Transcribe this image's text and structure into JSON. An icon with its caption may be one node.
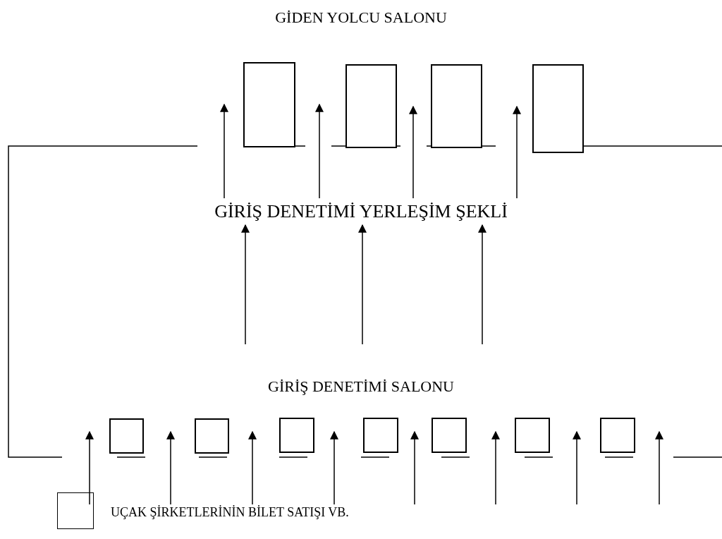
{
  "diagram": {
    "nodes": [
      {
        "text": [],
        "shape": "box"
      },
      {
        "text": [],
        "shape": "box"
      },
      {
        "text": [],
        "shape": "box"
      },
      {
        "text": [],
        "shape": "box"
      },
      {
        "text": [
          "GİRİŞ DENETİMİ YERLEŞİM ŞEKLİ"
        ]
      },
      {
        "text": [],
        "shape": "box"
      },
      {
        "text": [],
        "shape": "box"
      },
      {
        "text": [],
        "shape": "box"
      },
      {
        "text": [],
        "shape": "box"
      },
      {
        "text": [],
        "shape": "box"
      },
      {
        "text": [],
        "shape": "box"
      },
      {
        "text": [],
        "shape": "box"
      }
    ],
    "edges": [
      {
        "from": null,
        "to": 4,
        "arrow": "to"
      },
      {
        "from": null,
        "to": 4,
        "arrow": "to"
      },
      {
        "from": null,
        "to": 4,
        "arrow": "to"
      },
      {
        "from": 4,
        "to": 0,
        "arrow": "to"
      },
      {
        "from": 4,
        "to": null,
        "arrow": "to"
      },
      {
        "from": 4,
        "to": 2,
        "arrow": "to"
      },
      {
        "from": 4,
        "to": 3,
        "arrow": "to"
      }
    ],
    "labels": [
      "GİDEN YOLCU SALONU",
      "GİRİŞ DENETİMİ SALONU"
    ],
    "legend": [
      {
        "text": "UÇAK ŞİRKETLERİNİN BİLET SATIŞI VB."
      }
    ]
  }
}
